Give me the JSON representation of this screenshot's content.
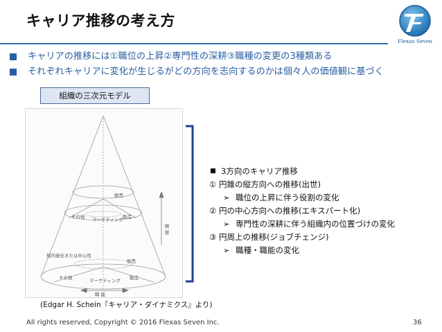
{
  "slide": {
    "title": "キャリア推移の考え方",
    "bullets": [
      "キャリアの推移には①職位の上昇②専門性の深耕③職種の変更の3種類ある",
      "それぞれキャリアに変化が生じるがどの方向を志向するのかは個々人の価値観に基づく"
    ],
    "model_label": "組織の三次元モデル",
    "logo_text": "Flexas Seven",
    "figure": {
      "labels": {
        "top_section": "販売",
        "mid_left": "その他",
        "mid_center": "マーケティング",
        "mid_right": "製造",
        "low_left": "部内者化または中心性",
        "low_right": "販売",
        "bottom_left": "その他",
        "bottom_center": "マーケティング",
        "bottom_right": "製造",
        "axis_bottom": "職 能",
        "axis_right": "階 層"
      }
    },
    "right_panel": {
      "heading": "3方向のキャリア推移",
      "items": [
        {
          "label": "① 円錐の縦方向への推移(出世)",
          "sub": "職位の上昇に伴う役割の変化"
        },
        {
          "label": "② 円の中心方向への推移(エキスパート化)",
          "sub": "専門性の深耕に伴う組織内の位置づけの変化"
        },
        {
          "label": "③ 円周上の推移(ジョブチェンジ)",
          "sub": "職種・職能の変化"
        }
      ]
    },
    "caption": "(Edgar H. Schein『キャリア・ダイナミクス』より)",
    "footer": "All rights reserved, Copyright © 2016 Flexas Seven Inc.",
    "page_number": "36",
    "colors": {
      "accent": "#2a5fa0",
      "rule": "#2f6da8",
      "label_bg": "#dde6f2"
    }
  }
}
